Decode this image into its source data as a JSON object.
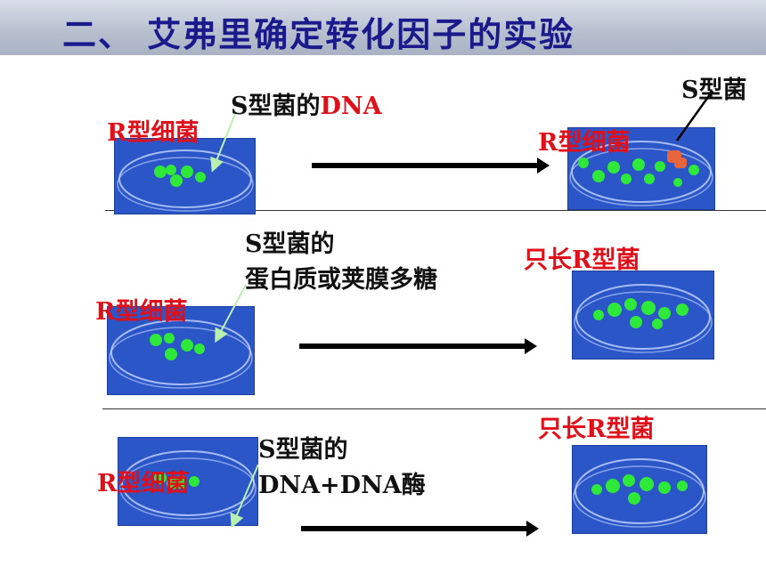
{
  "title": "二、 艾弗里确定转化因子的实验",
  "rows": [
    {
      "left_label": "R型细菌",
      "added_prefix": "S型菌的",
      "added_suffix": "DNA",
      "result_label": "R型细菌",
      "extra_label": "S型菌"
    },
    {
      "left_label": "R型细菌",
      "added_line1": "S型菌的",
      "added_line2": "蛋白质或荚膜多糖",
      "result_label": "只长R型菌"
    },
    {
      "left_label": "R型细菌",
      "added_line1": "S型菌的",
      "added_line2": "DNA+DNA酶",
      "result_label": "只长R型菌"
    }
  ],
  "colors": {
    "dish_blue": "#2a56c8",
    "colony_green": "#2ee83a",
    "s_colony": "#e8643c",
    "label_red": "#e0101a",
    "title_blue": "#1a1a8c"
  }
}
